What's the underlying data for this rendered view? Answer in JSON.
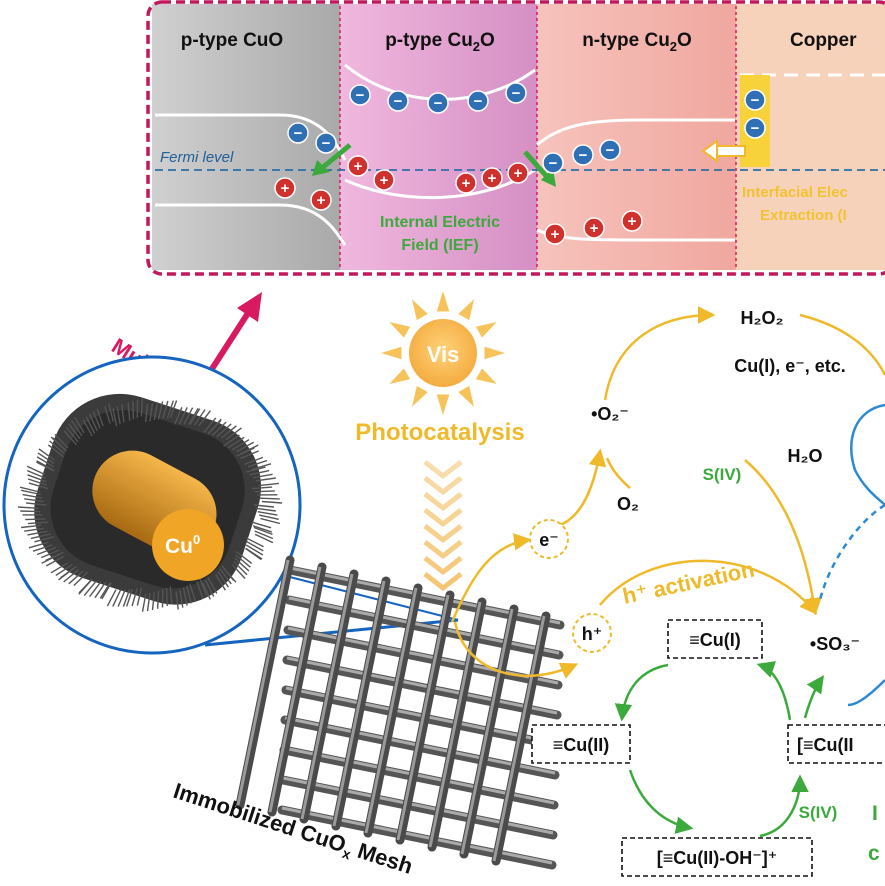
{
  "panel": {
    "columns": [
      {
        "key": "cuo",
        "label": "p-type CuO"
      },
      {
        "key": "cu2o_p",
        "label": "p-type Cu",
        "sub": "2",
        "tail": "O"
      },
      {
        "key": "cu2o_n",
        "label": "n-type Cu",
        "sub": "2",
        "tail": "O"
      },
      {
        "key": "copper",
        "label": "Copper"
      }
    ],
    "fermi_label": "Fermi level",
    "ief_line1": "Internal Electric",
    "ief_line2": "Field (IEF)",
    "interfacial_line1": "Interfacial Elec",
    "interfacial_line2": "Extraction (I",
    "electron_sign": "−",
    "hole_sign": "+"
  },
  "labels": {
    "multi_junctions": "Multi-junctions",
    "vis": "Vis",
    "photocatalysis": "Photocatalysis",
    "cu0": "Cu",
    "cu0_sup": "0",
    "mesh_label": "Immobilized CuO",
    "mesh_sub": "x",
    "mesh_tail": " Mesh"
  },
  "scheme": {
    "h2o2": "H₂O₂",
    "cu_i_e": "Cu(I), e⁻, etc.",
    "o2_radical": "•O₂⁻",
    "o2": "O₂",
    "h2o": "H₂O",
    "s_iv_top": "S(IV)",
    "e_minus": "e⁻",
    "h_plus": "h⁺",
    "h_activation": "h⁺ activation",
    "cu_i_box": "≡Cu(I)",
    "so3_radical": "•SO₃⁻",
    "cu_ii_box": "≡Cu(II)",
    "cu_ii_right_box": "[≡Cu(II",
    "cu_oh_box": "[≡Cu(II)-OH⁻]⁺",
    "s_iv_bottom": "S(IV)",
    "cut_green_1": "I",
    "cut_green_2": "c"
  },
  "colors": {
    "panel_border": "#c2185b",
    "gray_col": "#bdbdbd",
    "pink_col": "#e8a8d2",
    "salmon_col": "#f4b5ae",
    "peach_col": "#f6cdb2",
    "electron": "#2f6fb4",
    "hole": "#d0312d",
    "green": "#3ca93c",
    "yellow": "#f0b92a",
    "blue_arrow": "#2a8ad4",
    "magenta": "#d81b60"
  }
}
